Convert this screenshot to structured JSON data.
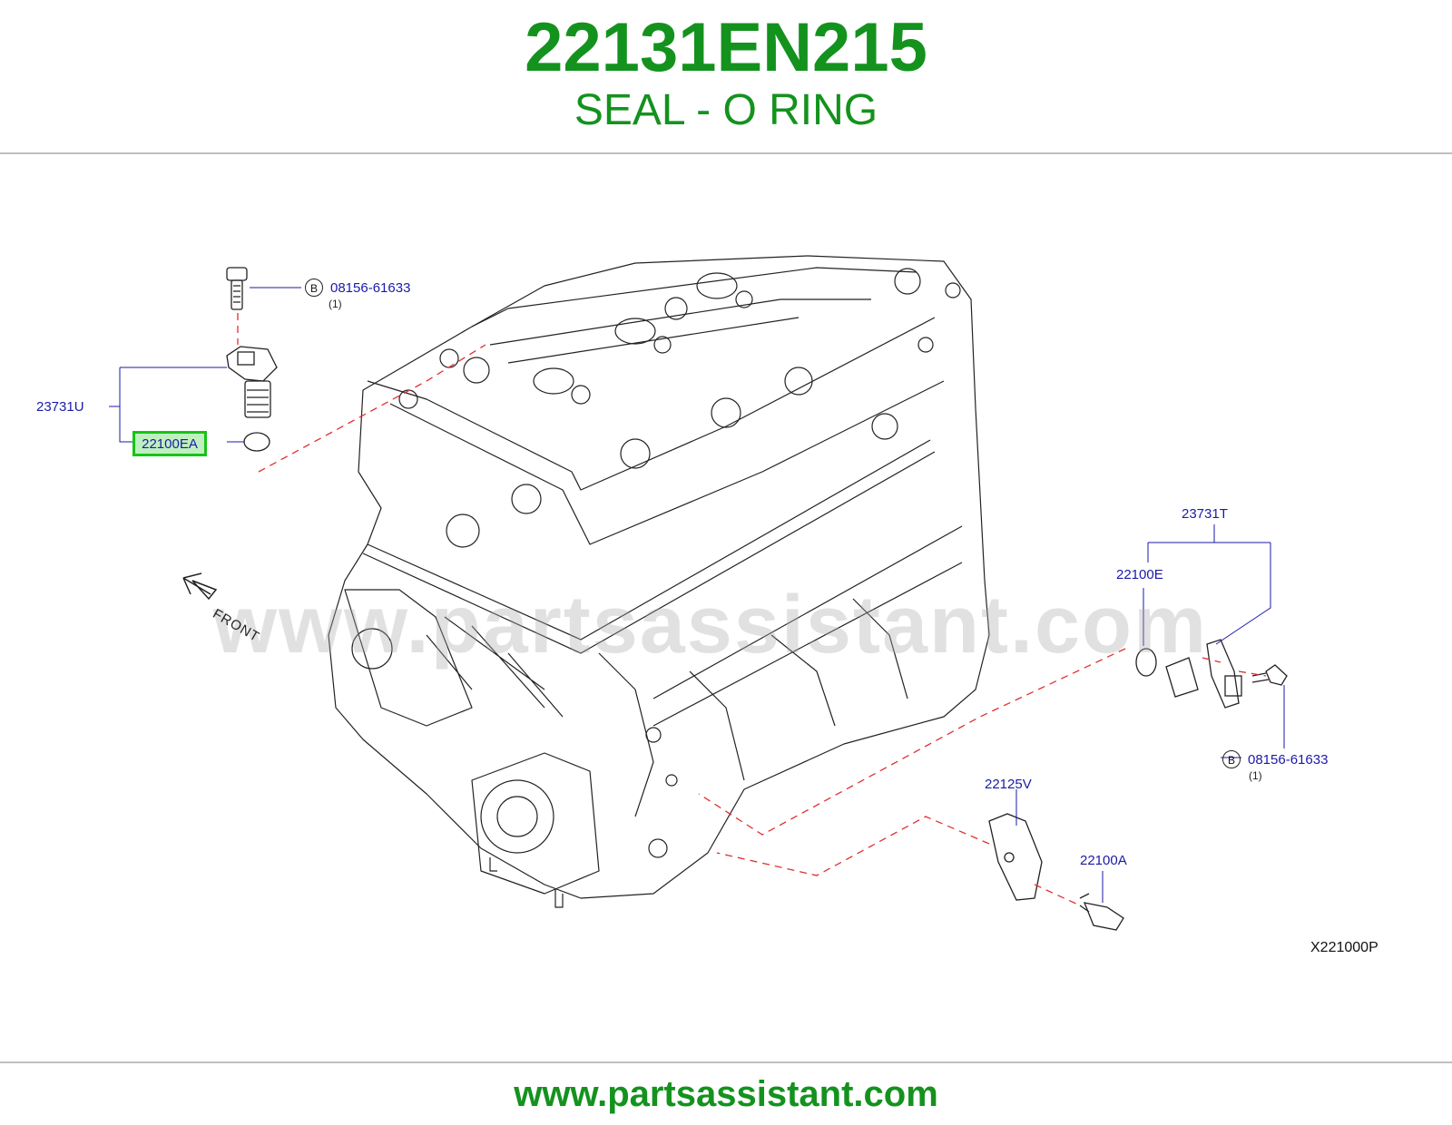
{
  "header": {
    "part_number": "22131EN215",
    "part_name": "SEAL - O RING"
  },
  "diagram": {
    "watermark": "www.partsassistant.com",
    "front_label": "FRONT",
    "figure_code": "X221000P",
    "callouts": {
      "bolt_top_code": "08156-61633",
      "bolt_top_qty": "(1)",
      "bolt_top_marker": "B",
      "sensor_left": "23731U",
      "highlighted_seal": "22100EA",
      "sensor_right": "23731T",
      "seal_right": "22100E",
      "bolt_right_code": "08156-61633",
      "bolt_right_qty": "(1)",
      "bolt_right_marker": "B",
      "bracket": "22125V",
      "bolt_bottom": "22100A"
    },
    "colors": {
      "highlight_border": "#16c416",
      "highlight_fill": "#bff0bf",
      "callout_text": "#1a1aa8",
      "leader_dashed": "#e03030"
    }
  },
  "footer": {
    "url": "www.partsassistant.com"
  }
}
